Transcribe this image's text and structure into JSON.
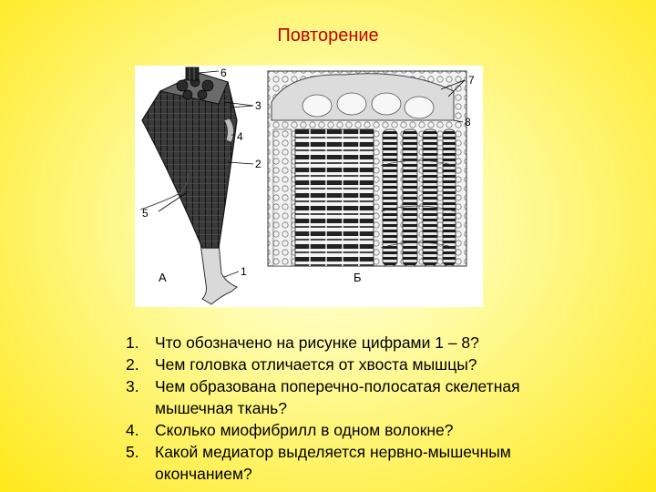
{
  "slide": {
    "title": "Повторение",
    "title_color": "#c00000",
    "background": "#fff36a"
  },
  "figure": {
    "panel_a_label": "А",
    "panel_b_label": "Б",
    "callouts_a": [
      "6",
      "3",
      "4",
      "2",
      "5",
      "1"
    ],
    "callouts_b": [
      "7",
      "8"
    ]
  },
  "questions": [
    {
      "num": "1.",
      "text": "Что обозначено на рисунке цифрами 1 – 8?"
    },
    {
      "num": "2.",
      "text": "Чем головка отличается от хвоста мышцы?"
    },
    {
      "num": "3.",
      "text": "Чем образована поперечно-полосатая скелетная мышечная ткань?"
    },
    {
      "num": "4.",
      "text": "Сколько миофибрилл в одном волокне?"
    },
    {
      "num": "5.",
      "text": "Какой медиатор выделяется нервно-мышечным окончанием?"
    }
  ]
}
